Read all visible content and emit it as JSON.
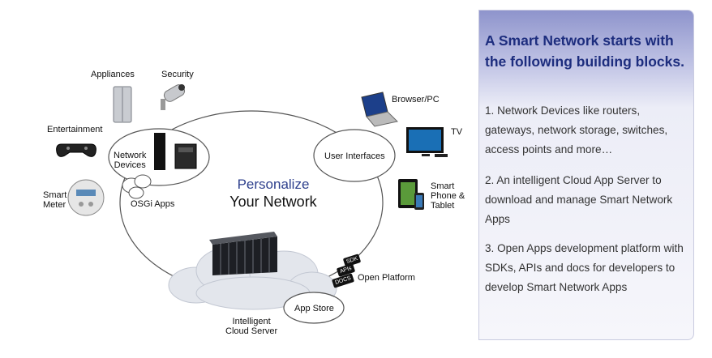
{
  "diagram": {
    "center_title_1": "Personalize",
    "center_title_2": "Your Network",
    "labels": {
      "appliances": "Appliances",
      "security": "Security",
      "entertainment": "Entertainment",
      "smart_meter": "Smart\nMeter",
      "network_devices": "Network\nDevices",
      "osgi_apps": "OSGi Apps",
      "user_interfaces": "User Interfaces",
      "browser_pc": "Browser/PC",
      "tv": "TV",
      "smart_phone": "Smart\nPhone &\nTablet",
      "open_platform": "Open Platform",
      "app_store": "App Store",
      "cloud_server": "Intelligent\nCloud Server"
    },
    "badges": {
      "sdk": "SDK",
      "apis": "APIs",
      "docs": "DOCS"
    }
  },
  "panel": {
    "heading": "A Smart Network starts with the following building blocks.",
    "items": [
      "1. Network Devices like routers, gateways, network storage, switches,  access points and more…",
      "2. An intelligent Cloud App Server to download and manage Smart Network Apps",
      "3. Open Apps development platform with SDKs, APIs and docs for developers to develop Smart Network Apps"
    ]
  }
}
